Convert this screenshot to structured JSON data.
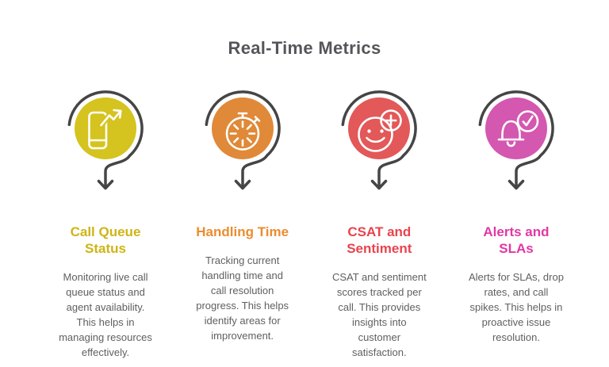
{
  "title": "Real-Time Metrics",
  "colors": {
    "title_text": "#55565a",
    "body_text": "#5e5f61",
    "loop_stroke": "#454547",
    "background": "#ffffff"
  },
  "items": [
    {
      "name": "call-queue-status",
      "icon": "phone-trend-up-icon",
      "color": "#d5c31f",
      "heading_color": "#cfb414",
      "heading": "Call Queue\nStatus",
      "description": "Monitoring live call\nqueue status and\nagent availability.\nThis helps in\nmanaging resources\neffectively."
    },
    {
      "name": "handling-time",
      "icon": "stopwatch-icon",
      "color": "#e08938",
      "heading_color": "#ec8c2e",
      "heading": "Handling Time",
      "description": "Tracking current\nhandling time and\ncall resolution\nprogress. This helps\nidentify areas for\nimprovement."
    },
    {
      "name": "csat-and-sentiment",
      "icon": "smiley-plus-icon",
      "color": "#e35858",
      "heading_color": "#e8444e",
      "heading": "CSAT and\nSentiment",
      "description": "CSAT and sentiment\nscores tracked per\ncall. This provides\ninsights into\ncustomer\nsatisfaction."
    },
    {
      "name": "alerts-and-slas",
      "icon": "bell-check-icon",
      "color": "#d457b0",
      "heading_color": "#e138a3",
      "heading": "Alerts and\nSLAs",
      "description": "Alerts for SLAs, drop\nrates, and call\nspikes. This helps in\nproactive issue\nresolution."
    }
  ]
}
